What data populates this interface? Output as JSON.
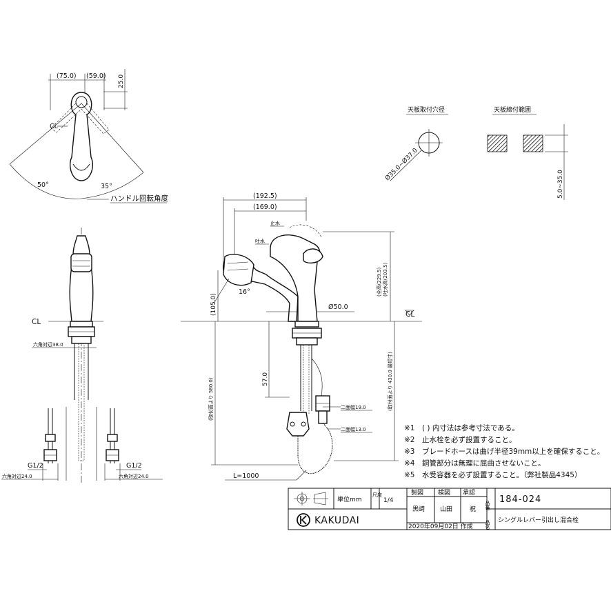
{
  "top_view": {
    "dim_left": "(75.0)",
    "dim_right": "(59.0)",
    "dim_vert": "25.0",
    "angle_left": "50°",
    "angle_right": "35°",
    "cl": "CL",
    "caption": "ハンドル回転角度"
  },
  "hole_diagram": {
    "title": "天板取付穴径",
    "dim": "Ø35.0~Ø37.0"
  },
  "thickness_diagram": {
    "title": "天板締付範囲",
    "dim": "5.0~35.0"
  },
  "front_view": {
    "cl": "CL",
    "hex_top": "六角対辺38.0",
    "g_left": "G1/2",
    "g_right": "G1/2",
    "hex_left": "六角対辺24.0",
    "hex_right": "六角対辺24.0"
  },
  "side_view": {
    "dim_192": "(192.5)",
    "dim_169": "(169.0)",
    "stop": "止水",
    "flow": "吐水",
    "angle": "16°",
    "height_total": "(全高(229.5)",
    "height_spout": "(吐水高(203.5)",
    "dim_105": "(105.0)",
    "dia_50": "Ø50.0",
    "cl": "CL",
    "dim_57": "57.0",
    "dim_580": "(取付面より 580.0)",
    "dim_430": "(取付面より 430.0  最短寸)",
    "width_19": "二面幅19.0",
    "width_13": "二面幅13.0",
    "length": "L=1000"
  },
  "notes": [
    "※1　(  ) 内寸法は参考寸法である。",
    "※2　止水栓を必ず設置すること。",
    "※3　ブレードホースは曲げ半径39mm以上を確保すること。",
    "※4　銅管部分は無理に屈曲させないこと。",
    "※5　水受容器を必ず設置すること。（弊社製品4345）"
  ],
  "title_block": {
    "unit_label": "単位mm",
    "scale_label": "尺度",
    "scale": "1/4",
    "drawn": "製図",
    "checked": "検図",
    "approved": "承認",
    "drawn_by": "黒崎",
    "checked_by": "山田",
    "approved_by": "祝",
    "product_no_label": "品番",
    "product_no": "184-024",
    "name_label": "品名",
    "name": "シングルレバー引出し混合栓",
    "brand": "KAKUDAI",
    "date": "2020年09月02日 作成"
  }
}
